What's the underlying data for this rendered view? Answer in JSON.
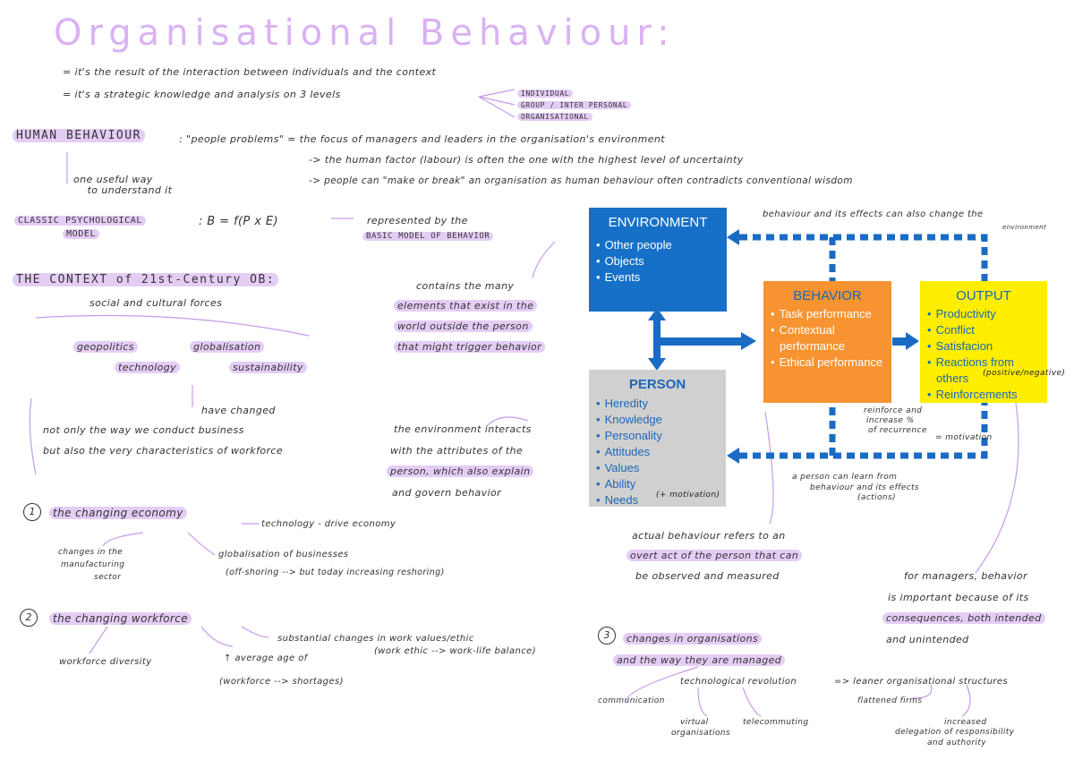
{
  "title": "Organisational Behaviour:",
  "intro": {
    "line1": "= it's the result of the interaction between individuals and the context",
    "line2": "= it's a strategic knowledge and analysis on 3 levels",
    "levels": [
      "INDIVIDUAL",
      "GROUP / INTER PERSONAL",
      "ORGANISATIONAL"
    ]
  },
  "human_behaviour": {
    "label": "HUMAN BEHAVIOUR",
    "def": ": \"people problems\" = the focus of managers and leaders in the organisation's environment",
    "line2": "-> the human factor (labour) is often the one with the highest level of uncertainty",
    "line3": "-> people can \"make or break\" an organisation as human behaviour often contradicts conventional wisdom",
    "useful_way": "one useful way\n    to understand it"
  },
  "classic_model": {
    "label1": "CLASSIC PSYCHOLOGICAL",
    "label2": "MODEL",
    "formula": ": B = f(P x E)",
    "represented1": "represented by the",
    "represented2": "BASIC MODEL OF BEHAVIOR"
  },
  "context": {
    "title": "THE CONTEXT of 21st-Century OB:",
    "subtitle": "social and cultural forces",
    "forces": [
      "geopolitics",
      "globalisation",
      "technology",
      "sustainability"
    ],
    "changed": "have changed",
    "line1": "not only the way we conduct business",
    "line2": "but also the very characteristics of workforce"
  },
  "env_note": [
    "contains the many",
    "elements that exist in the",
    "world outside the person",
    "that might trigger behavior"
  ],
  "person_note": [
    "the environment interacts",
    "with the attributes of the",
    "person, which also explain",
    "and govern behavior"
  ],
  "diagram": {
    "environment": {
      "title": "ENVIRONMENT",
      "items": [
        "Other people",
        "Objects",
        "Events"
      ]
    },
    "person": {
      "title": "PERSON",
      "items": [
        "Heredity",
        "Knowledge",
        "Personality",
        "Attitudes",
        "Values",
        "Ability",
        "Needs"
      ],
      "note": "(+ motivation)"
    },
    "behavior": {
      "title": "BEHAVIOR",
      "items": [
        "Task performance",
        "Contextual performance",
        "Ethical performance"
      ]
    },
    "output": {
      "title": "OUTPUT",
      "items": [
        "Productivity",
        "Conflict",
        "Satisfacion",
        "Reactions from others",
        "Reinforcements"
      ],
      "note": "(positive/negative)"
    },
    "top_note": "behaviour and its effects can also change the",
    "top_note2": "environment",
    "reinforce": [
      "reinforce and",
      "increase % ",
      "of recurrence"
    ],
    "motivation": "= motivation",
    "learn": [
      "a person can learn from",
      "behaviour and its effects",
      "(actions)"
    ]
  },
  "actual_behaviour": [
    "actual behaviour refers to an",
    "overt act of the person that can",
    "be observed and measured"
  ],
  "managers_note": [
    "for managers, behavior",
    "is important because of its",
    "consequences, both intended",
    "and unintended"
  ],
  "section1": {
    "num": "1",
    "title": "the changing economy",
    "tech": "technology - drive economy",
    "left1": "changes in the",
    "left2": "manufacturing",
    "left3": "sector",
    "glob1": "globalisation of businesses",
    "glob2": "(off-shoring --> but today increasing reshoring)"
  },
  "section2": {
    "num": "2",
    "title": "the changing workforce",
    "values1": "substantial changes in work values/ethic",
    "values2": "(work ethic --> work-life balance)",
    "diversity": "workforce diversity",
    "age1": "↑ average age of",
    "age2": "(workforce --> shortages)"
  },
  "section3": {
    "num": "3",
    "title1": "changes in organisations",
    "title2": "and the way they are managed",
    "tech_rev": "technological revolution",
    "leaner": "=> leaner organisational structures",
    "communication": "communication",
    "virtual1": "virtual",
    "virtual2": "organisations",
    "telecommuting": "telecommuting",
    "flattened": "flattened firms",
    "deleg1": "increased",
    "deleg2": "delegation of responsibility",
    "deleg3": "and authority"
  }
}
